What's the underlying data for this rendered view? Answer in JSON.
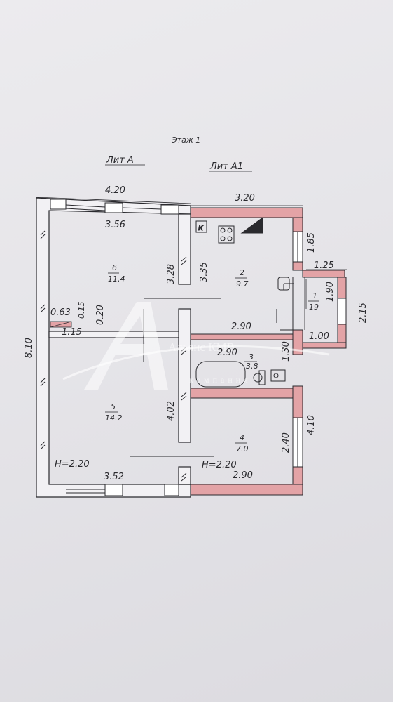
{
  "header": {
    "floor": "Этаж 1",
    "lit_a": "Лит А",
    "lit_a1": "Лит А1"
  },
  "dimensions": {
    "top_a": "4.20",
    "top_a1": "3.20",
    "left_total": "8.10",
    "room6_width": "3.56",
    "room6_height": "3.28",
    "room2_height": "3.35",
    "room2_width": "2.90",
    "room3_width": "2.90",
    "room3_height": "1.30",
    "room5_width": "3.52",
    "room5_height": "4.02",
    "room4_width": "2.90",
    "room4_height": "2.40",
    "right_410": "4.10",
    "right_185": "1.85",
    "porch_width": "1.25",
    "porch_height": "1.90",
    "porch_outer": "2.15",
    "porch_bottom": "1.00",
    "niche_063": "0.63",
    "niche_015": "0.15",
    "niche_020": "0.20",
    "niche_115": "1.15"
  },
  "heights": {
    "lit_a": "H=2.20",
    "lit_a1": "H=2.20"
  },
  "rooms": [
    {
      "number": "6",
      "area": "11.4"
    },
    {
      "number": "2",
      "area": "9.7"
    },
    {
      "number": "1",
      "area": "19"
    },
    {
      "number": "3",
      "area": "3.8"
    },
    {
      "number": "5",
      "area": "14.2"
    },
    {
      "number": "4",
      "area": "7.0"
    }
  ],
  "fixtures": {
    "kitchen_marker": "К"
  },
  "watermark": {
    "brand": "Альянс КМВ",
    "sub": "компания"
  },
  "colors": {
    "wall_pink": "#e3a3a6",
    "wall_gray": "#f2f1f4",
    "ink": "#2a2a2e"
  }
}
